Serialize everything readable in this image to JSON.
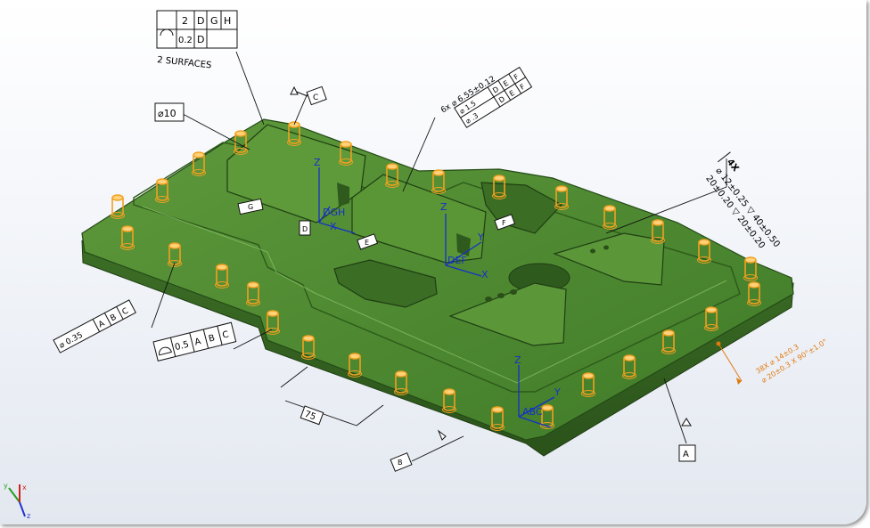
{
  "colors": {
    "part": "#4f8a34",
    "part_dark": "#2f5a1e",
    "part_light": "#79b04c",
    "hole": "#f0a020",
    "annot": "#111111",
    "axis_blue": "#1530c8",
    "orange_dim": "#e07a10"
  },
  "annotations": {
    "profile_fcf": {
      "r1": [
        "2",
        "D",
        "G",
        "H"
      ],
      "r2": [
        "0.2",
        "D"
      ],
      "note": "2 SURFACES"
    },
    "datum_c": "C",
    "dia10": "⌀10",
    "hole_callout": {
      "line1": "6x ⌀ 6.55±0.12",
      "r1": [
        "⌀ 1.5",
        "D",
        "E",
        "F"
      ],
      "r2": [
        "⌀ .3",
        "D",
        "E",
        "F"
      ]
    },
    "right_callout": {
      "count": "4X",
      "l1": "⌀ 12±0.25 ▽ 40±0.50",
      "l2": "20±0.20 ▽ 20±0.20"
    },
    "pos_fcf": [
      "⌀ 0.35",
      "A",
      "B",
      "C"
    ],
    "surf_fcf": [
      "0.5",
      "A",
      "B",
      "C"
    ],
    "dim_75": "75",
    "datum_a": "A",
    "datum_b": "B",
    "datum_d": "D",
    "datum_e": "E",
    "datum_f": "F",
    "datum_g": "G",
    "orange_callout": {
      "l1": "38X ⌀ 14±0.3",
      "l2": "⌀ 20±0.3 X 90°±1.0°"
    },
    "axis_labels": {
      "x": "X",
      "y": "Y",
      "z": "Z",
      "dgh": "DGH",
      "def": "DEF",
      "abc": "ABC"
    }
  },
  "triad": {
    "x": "x",
    "y": "y",
    "z": "z"
  }
}
